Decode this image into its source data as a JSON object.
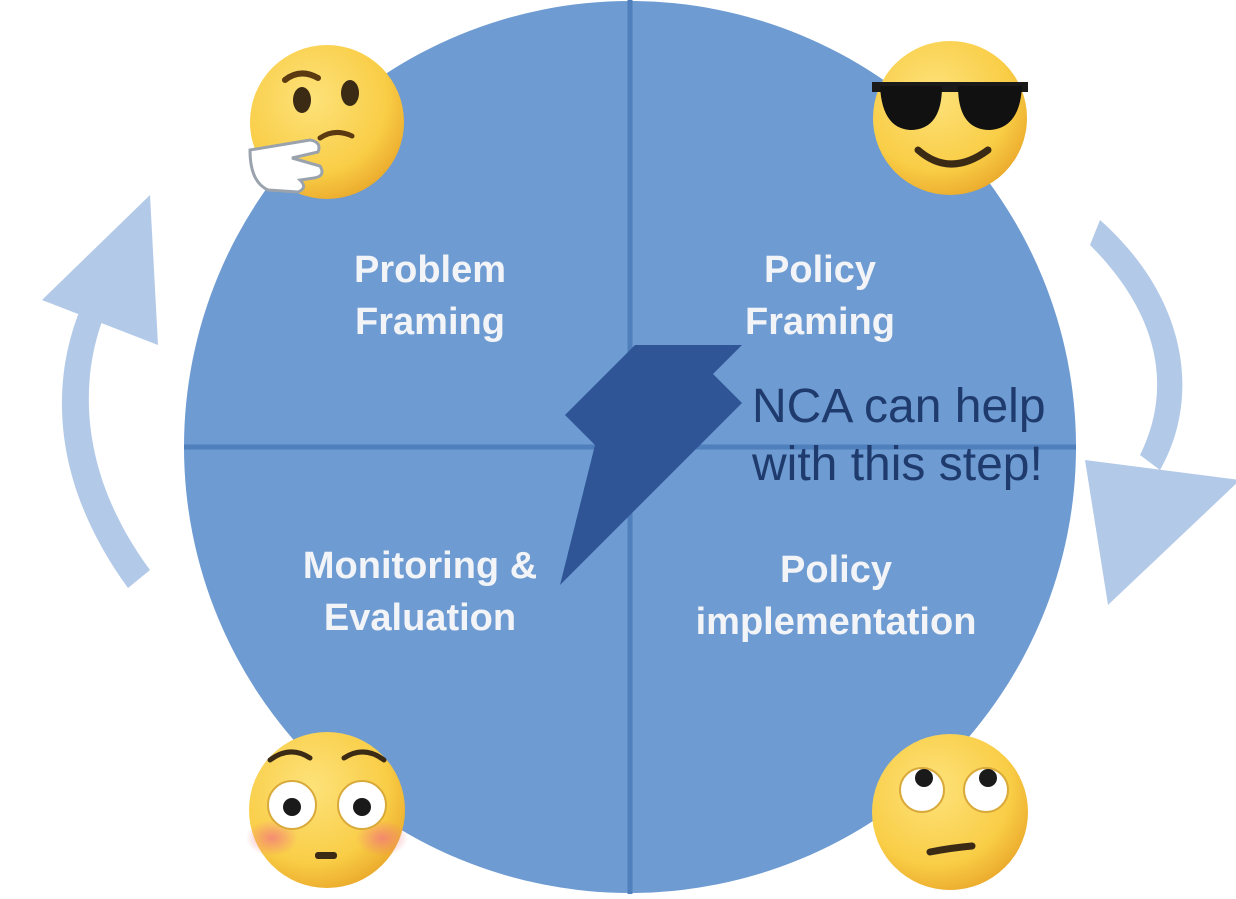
{
  "quadrants": {
    "top_left": {
      "line1": "Problem",
      "line2": "Framing"
    },
    "top_right": {
      "line1": "Policy",
      "line2": "Framing"
    },
    "bottom_left": {
      "line1": "Monitoring &",
      "line2": "Evaluation"
    },
    "bottom_right": {
      "line1": "Policy",
      "line2": "implementation"
    }
  },
  "callout": {
    "line1": "NCA can help",
    "line2": "with this step!"
  },
  "emojis": {
    "top_left": "thinking-face-icon",
    "top_right": "sunglasses-face-icon",
    "bottom_left": "flushed-face-icon",
    "bottom_right": "eye-roll-face-icon"
  },
  "colors": {
    "circle": "#6e9bd1",
    "divider": "#4f7fbc",
    "cycle_arrows": "#b3c9e8",
    "callout_arrow": "#2f5597",
    "callout_text": "#1f3b6e",
    "emoji_face": "#f9cd46"
  }
}
